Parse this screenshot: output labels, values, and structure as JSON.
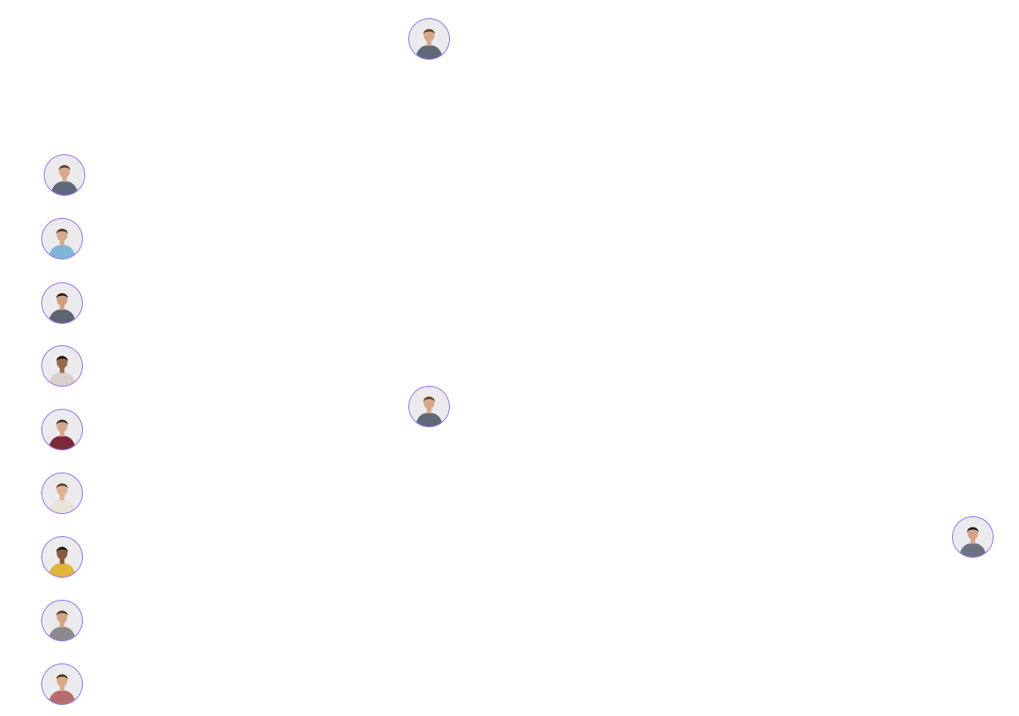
{
  "accent_color": "#8b5cf6",
  "avatars": {
    "top": {
      "icon": "person-portrait",
      "shirt": "#5d6a7a",
      "skin": "#d9a88a",
      "hair": "#5a4432",
      "bg": "#ebebed"
    },
    "center": {
      "icon": "person-portrait",
      "shirt": "#5d6a7a",
      "skin": "#d9a88a",
      "hair": "#5a4432",
      "bg": "#ebebed"
    },
    "right": {
      "icon": "person-portrait",
      "shirt": "#6b7380",
      "skin": "#d6a388",
      "hair": "#1e1a1a",
      "bg": "#ebebed"
    }
  },
  "avatar_list": [
    {
      "icon": "person-portrait",
      "shirt": "#5d6a7a",
      "skin": "#d9a88a",
      "hair": "#5a4432",
      "bg": "#ebebed"
    },
    {
      "icon": "person-portrait",
      "shirt": "#7fb6d8",
      "skin": "#d9a88a",
      "hair": "#4a3525",
      "bg": "#ebebed"
    },
    {
      "icon": "person-portrait",
      "shirt": "#5b6473",
      "skin": "#d2a080",
      "hair": "#1a1414",
      "bg": "#ebebed"
    },
    {
      "icon": "person-portrait",
      "shirt": "#d9d0c8",
      "skin": "#9a6a4a",
      "hair": "#151010",
      "bg": "#ebebed"
    },
    {
      "icon": "person-portrait",
      "shirt": "#7a2a3a",
      "skin": "#d8a688",
      "hair": "#3a2a20",
      "bg": "#ebebed"
    },
    {
      "icon": "person-portrait",
      "shirt": "#e8e2da",
      "skin": "#e0b090",
      "hair": "#5a4030",
      "bg": "#ebebed"
    },
    {
      "icon": "person-portrait",
      "shirt": "#e3b33a",
      "skin": "#8a5a3a",
      "hair": "#1e1612",
      "bg": "#ebebed"
    },
    {
      "icon": "person-portrait",
      "shirt": "#8a8a8a",
      "skin": "#d7a487",
      "hair": "#4a3a2e",
      "bg": "#ebebed"
    },
    {
      "icon": "person-portrait",
      "shirt": "#b86c6c",
      "skin": "#d9a88a",
      "hair": "#4a3525",
      "bg": "#ebebed"
    }
  ]
}
